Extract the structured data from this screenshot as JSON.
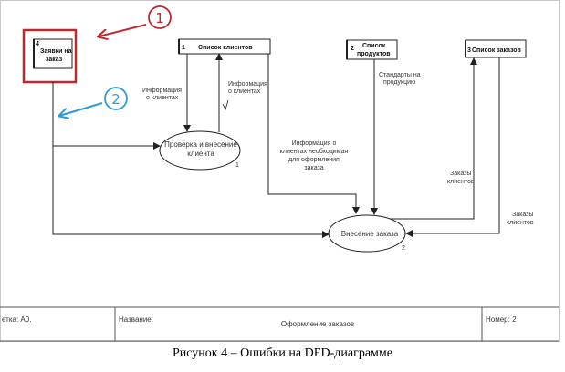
{
  "entities": {
    "orders_requests": {
      "number": "4",
      "label_line1": "Заявки на",
      "label_line2": "заказ"
    },
    "clients_list": {
      "number": "1",
      "label": "Список клиентов"
    },
    "products_list": {
      "number": "2",
      "label_line1": "Список",
      "label_line2": "продуктов"
    },
    "orders_list": {
      "number": "3",
      "label": "Список заказов"
    }
  },
  "processes": {
    "check_client": {
      "label_line1": "Проверка и внесение",
      "label_line2": "клиента",
      "number": "1"
    },
    "enter_order": {
      "label": "Внесение заказа",
      "number": "2"
    }
  },
  "flows": {
    "client_info_down": {
      "line1": "Информация",
      "line2": "о клиентах"
    },
    "client_info_up": {
      "line1": "Информация",
      "line2": "о клиентах"
    },
    "product_standards": {
      "line1": "Стандарты на",
      "line2": "продукцию"
    },
    "client_info_for_order": {
      "line1": "Информация о",
      "line2": "клиентах необходимая",
      "line3": "для оформления",
      "line4": "заказа"
    },
    "orders_clients_1": {
      "line1": "Заказы",
      "line2": "клиентов"
    },
    "orders_clients_2": {
      "line1": "Заказы",
      "line2": "клиентов"
    }
  },
  "annotations": {
    "marker_1": "1",
    "marker_2": "2",
    "colors": {
      "marker_1": "#c0282d",
      "marker_2": "#2e9bd6"
    }
  },
  "frame": {
    "node_label": "етка: А0.",
    "name_label": "Название:",
    "diagram_title": "Оформление заказов",
    "number_label": "Номер: 2"
  },
  "caption": "Рисунок 4 – Ошибки на DFD-диаграмме"
}
